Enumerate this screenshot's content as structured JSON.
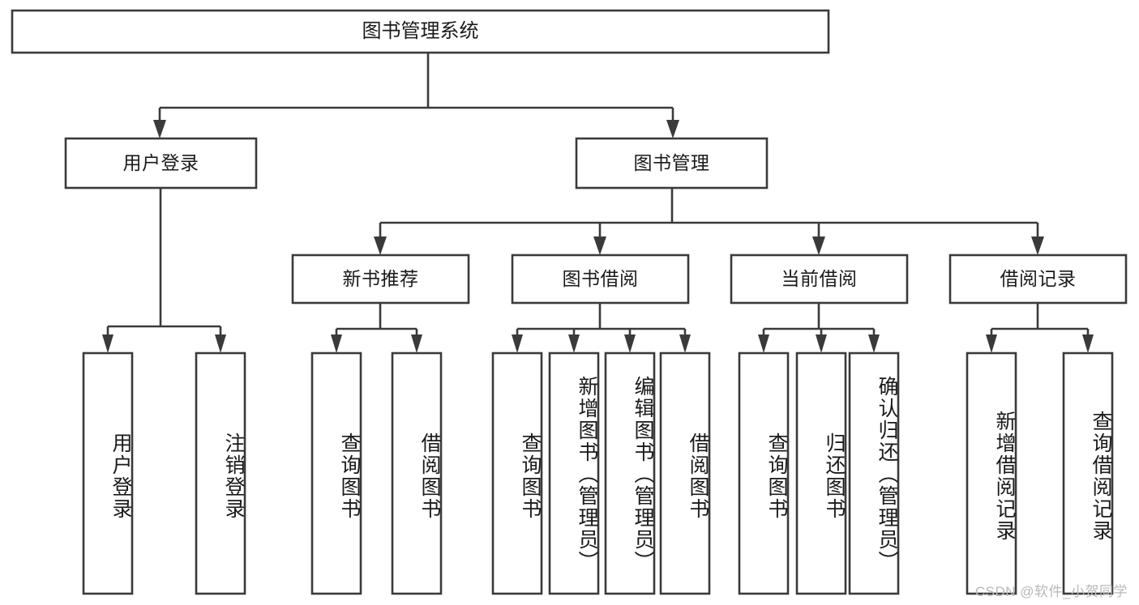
{
  "diagram": {
    "title": "图书管理系统",
    "type": "hierarchy-tree",
    "watermark": "CSDN @软件_小贺同学",
    "colors": {
      "box_stroke": "#3a3a3a",
      "box_fill": "#ffffff",
      "text": "#1a1a1a",
      "background": "#ffffff",
      "watermark": "#b9b9b9"
    },
    "levels": {
      "root": {
        "label": "图书管理系统"
      },
      "level2": [
        {
          "id": "user-login",
          "label": "用户登录"
        },
        {
          "id": "book-manage",
          "label": "图书管理"
        }
      ],
      "level3": [
        {
          "id": "new-book-recommend",
          "label": "新书推荐",
          "parent": "book-manage"
        },
        {
          "id": "book-borrow",
          "label": "图书借阅",
          "parent": "book-manage"
        },
        {
          "id": "current-borrow",
          "label": "当前借阅",
          "parent": "book-manage"
        },
        {
          "id": "borrow-record",
          "label": "借阅记录",
          "parent": "book-manage"
        }
      ],
      "leaves": [
        {
          "id": "leaf-user-login",
          "label": "用户登录",
          "parent": "user-login"
        },
        {
          "id": "leaf-logout-login",
          "label": "注销登录",
          "parent": "user-login"
        },
        {
          "id": "leaf-query-book-1",
          "label": "查询图书",
          "parent": "new-book-recommend"
        },
        {
          "id": "leaf-borrow-book-1",
          "label": "借阅图书",
          "parent": "new-book-recommend"
        },
        {
          "id": "leaf-query-book-2",
          "label": "查询图书",
          "parent": "book-borrow"
        },
        {
          "id": "leaf-add-book",
          "label": "新增图书（管理员）",
          "parent": "book-borrow"
        },
        {
          "id": "leaf-edit-book",
          "label": "编辑图书（管理员）",
          "parent": "book-borrow"
        },
        {
          "id": "leaf-borrow-book-2",
          "label": "借阅图书",
          "parent": "book-borrow"
        },
        {
          "id": "leaf-query-book-3",
          "label": "查询图书",
          "parent": "current-borrow"
        },
        {
          "id": "leaf-return-book",
          "label": "归还图书",
          "parent": "current-borrow"
        },
        {
          "id": "leaf-confirm-return",
          "label": "确认归还（管理员）",
          "parent": "current-borrow"
        },
        {
          "id": "leaf-add-record",
          "label": "新增借阅记录",
          "parent": "borrow-record"
        },
        {
          "id": "leaf-query-record",
          "label": "查询借阅记录",
          "parent": "borrow-record"
        }
      ]
    }
  }
}
